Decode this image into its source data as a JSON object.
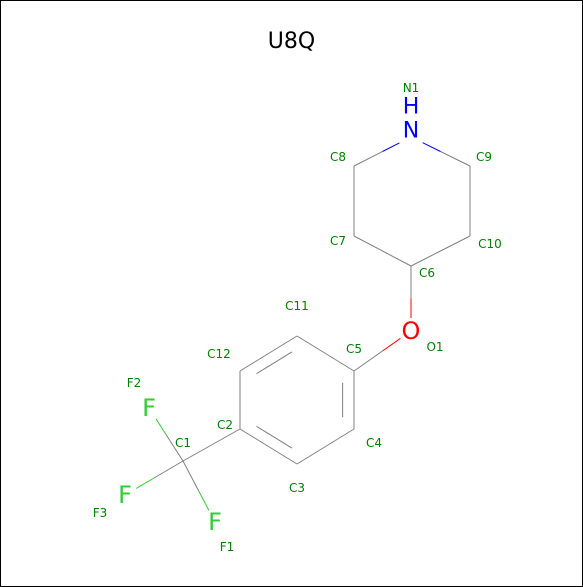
{
  "title": "U8Q",
  "colors": {
    "carbon_bond": "#808080",
    "nitrogen": "#0000ff",
    "oxygen": "#ff0000",
    "fluorine": "#33cc33",
    "atom_label": "#008000"
  },
  "atoms": [
    {
      "id": "N1",
      "element": "N",
      "symbol": "H\nN",
      "label": "N1"
    },
    {
      "id": "C8",
      "element": "C",
      "label": "C8"
    },
    {
      "id": "C9",
      "element": "C",
      "label": "C9"
    },
    {
      "id": "C7",
      "element": "C",
      "label": "C7"
    },
    {
      "id": "C10",
      "element": "C",
      "label": "C10"
    },
    {
      "id": "C6",
      "element": "C",
      "label": "C6"
    },
    {
      "id": "O1",
      "element": "O",
      "symbol": "O",
      "label": "O1"
    },
    {
      "id": "C5",
      "element": "C",
      "label": "C5"
    },
    {
      "id": "C11",
      "element": "C",
      "label": "C11"
    },
    {
      "id": "C12",
      "element": "C",
      "label": "C12"
    },
    {
      "id": "C2",
      "element": "C",
      "label": "C2"
    },
    {
      "id": "C3",
      "element": "C",
      "label": "C3"
    },
    {
      "id": "C4",
      "element": "C",
      "label": "C4"
    },
    {
      "id": "C1",
      "element": "C",
      "label": "C1"
    },
    {
      "id": "F1",
      "element": "F",
      "symbol": "F",
      "label": "F1"
    },
    {
      "id": "F2",
      "element": "F",
      "symbol": "F",
      "label": "F2"
    },
    {
      "id": "F3",
      "element": "F",
      "symbol": "F",
      "label": "F3"
    }
  ],
  "bonds": [
    [
      "N1",
      "C8",
      1
    ],
    [
      "N1",
      "C9",
      1
    ],
    [
      "C8",
      "C7",
      1
    ],
    [
      "C9",
      "C10",
      1
    ],
    [
      "C7",
      "C6",
      1
    ],
    [
      "C10",
      "C6",
      1
    ],
    [
      "C6",
      "O1",
      1
    ],
    [
      "O1",
      "C5",
      1
    ],
    [
      "C5",
      "C11",
      1
    ],
    [
      "C11",
      "C12",
      2
    ],
    [
      "C12",
      "C2",
      1
    ],
    [
      "C2",
      "C3",
      2
    ],
    [
      "C3",
      "C4",
      1
    ],
    [
      "C4",
      "C5",
      2
    ],
    [
      "C2",
      "C1",
      1
    ],
    [
      "C1",
      "F1",
      1
    ],
    [
      "C1",
      "F2",
      1
    ],
    [
      "C1",
      "F3",
      1
    ]
  ]
}
